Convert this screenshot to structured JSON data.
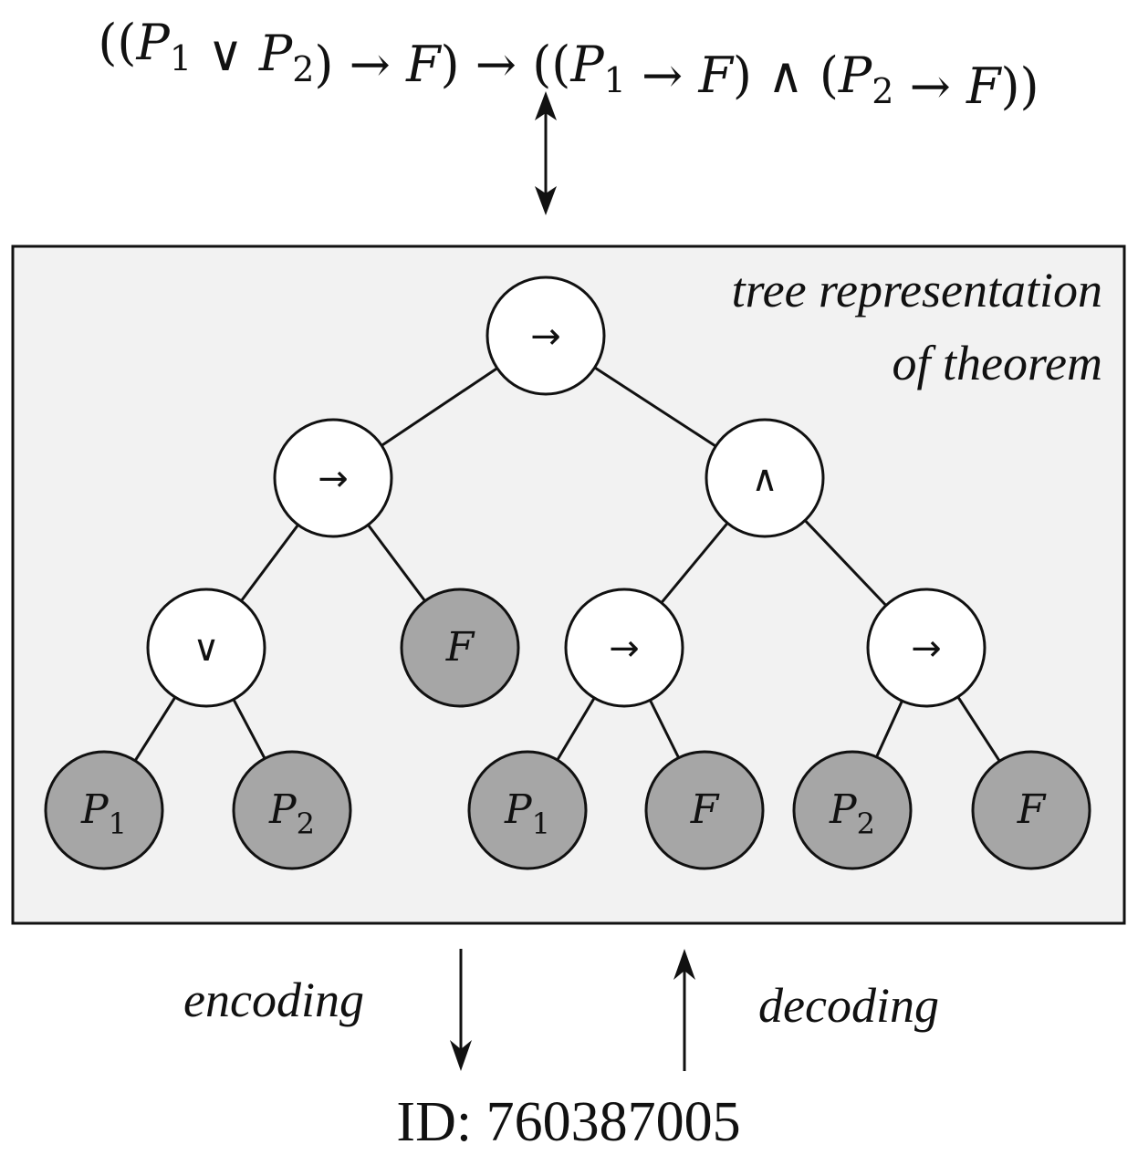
{
  "formula": {
    "text": "((P₁ ∨ P₂) → F) → ((P₁ → F) ∧ (P₂ → F))",
    "segments": [
      "((",
      "P",
      "1",
      " ∨ ",
      "P",
      "2",
      ") → ",
      "F",
      ") → ((",
      "P",
      "1",
      " → ",
      "F",
      ") ∧ (",
      "P",
      "2",
      " → ",
      "F",
      "))"
    ]
  },
  "tree_box": {
    "caption_line1": "tree representation",
    "caption_line2": "of theorem",
    "fill": "#f2f2f2",
    "operator_fill": "#ffffff",
    "leaf_fill": "#a6a6a6"
  },
  "tree": {
    "nodes": [
      {
        "id": "root",
        "kind": "operator",
        "label": "→",
        "sub": ""
      },
      {
        "id": "l",
        "kind": "operator",
        "label": "→",
        "sub": ""
      },
      {
        "id": "r",
        "kind": "operator",
        "label": "∧",
        "sub": ""
      },
      {
        "id": "ll",
        "kind": "operator",
        "label": "∨",
        "sub": ""
      },
      {
        "id": "lr",
        "kind": "leaf",
        "label": "F",
        "sub": ""
      },
      {
        "id": "rl",
        "kind": "operator",
        "label": "→",
        "sub": ""
      },
      {
        "id": "rr",
        "kind": "operator",
        "label": "→",
        "sub": ""
      },
      {
        "id": "lll",
        "kind": "leaf",
        "label": "P",
        "sub": "1"
      },
      {
        "id": "llr",
        "kind": "leaf",
        "label": "P",
        "sub": "2"
      },
      {
        "id": "rll",
        "kind": "leaf",
        "label": "P",
        "sub": "1"
      },
      {
        "id": "rlr",
        "kind": "leaf",
        "label": "F",
        "sub": ""
      },
      {
        "id": "rrl",
        "kind": "leaf",
        "label": "P",
        "sub": "2"
      },
      {
        "id": "rrr",
        "kind": "leaf",
        "label": "F",
        "sub": ""
      }
    ],
    "edges": [
      [
        "root",
        "l"
      ],
      [
        "root",
        "r"
      ],
      [
        "l",
        "ll"
      ],
      [
        "l",
        "lr"
      ],
      [
        "r",
        "rl"
      ],
      [
        "r",
        "rr"
      ],
      [
        "ll",
        "lll"
      ],
      [
        "ll",
        "llr"
      ],
      [
        "rl",
        "rll"
      ],
      [
        "rl",
        "rlr"
      ],
      [
        "rr",
        "rrl"
      ],
      [
        "rr",
        "rrr"
      ]
    ]
  },
  "encoding_label": "encoding",
  "decoding_label": "decoding",
  "id_text": "ID: 760387005"
}
